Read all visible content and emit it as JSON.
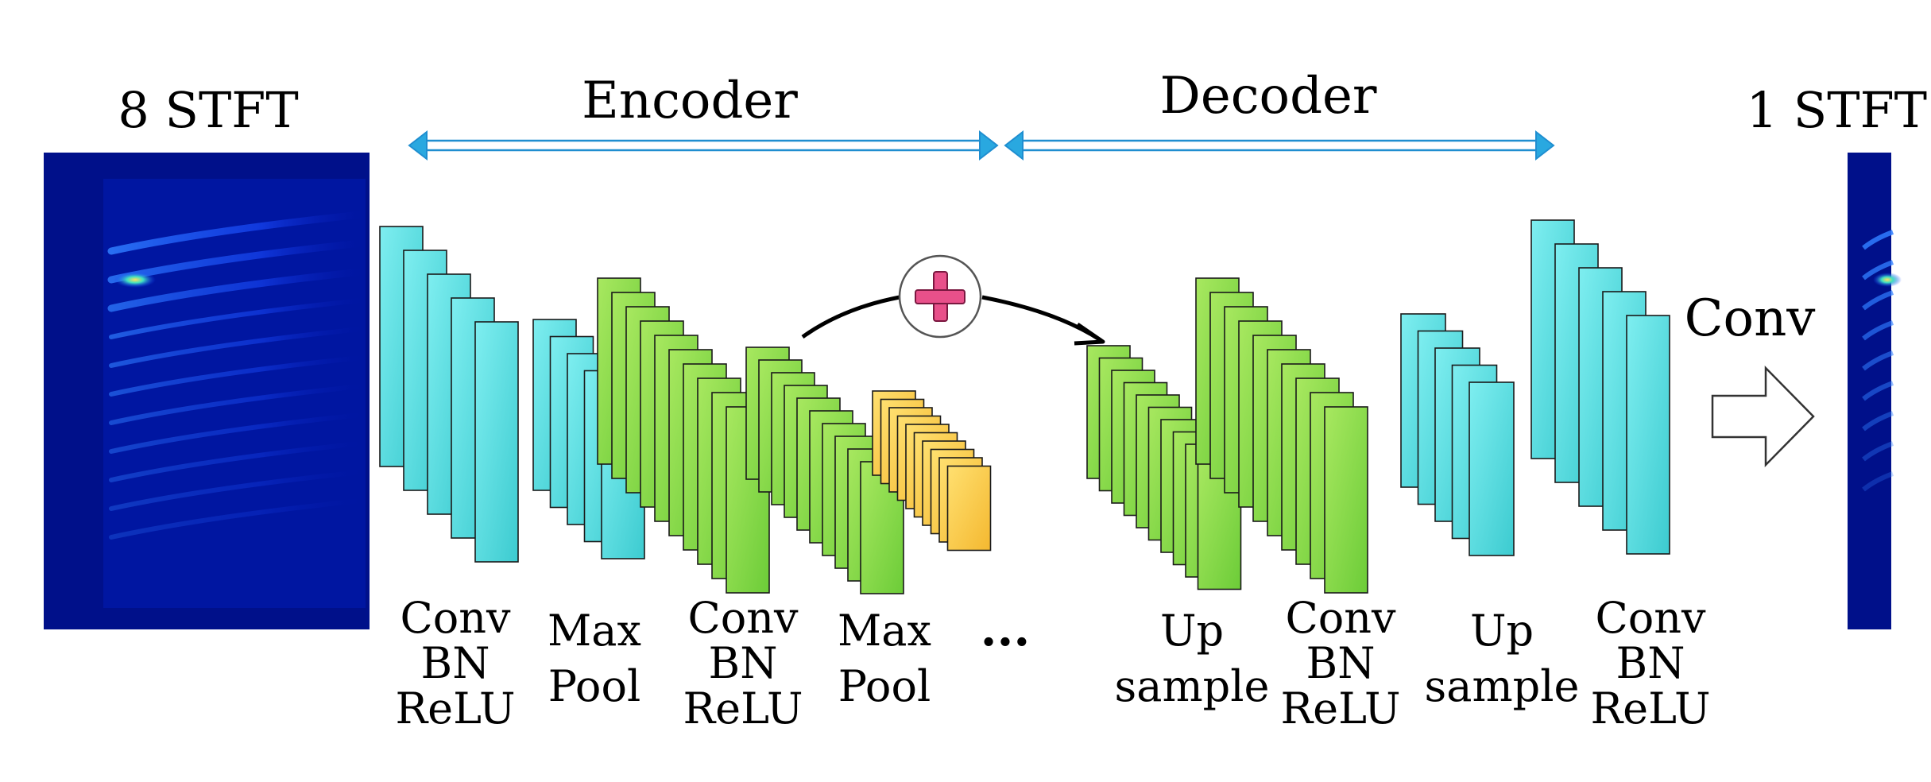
{
  "input_label": "8 STFT",
  "output_label": "1 STFT",
  "encoder_label": "Encoder",
  "decoder_label": "Decoder",
  "conv_label": "Conv",
  "skip_symbol": "+",
  "stages": [
    {
      "lines": [
        "Conv",
        "BN",
        "ReLU"
      ],
      "color": "#5ad8d8",
      "count": 5
    },
    {
      "lines": [
        "Max",
        "Pool"
      ],
      "color": "#5ad8d8",
      "count": 5
    },
    {
      "lines": [
        "Conv",
        "BN",
        "ReLU"
      ],
      "color": "#88d848",
      "count": 10
    },
    {
      "lines": [
        "Max",
        "Pool"
      ],
      "color": "#88d848",
      "count": 10
    },
    {
      "lines": [
        "..."
      ],
      "color": "#f8c840",
      "count": 10
    },
    {
      "lines": [
        "Up",
        "sample"
      ],
      "color": "#88d848",
      "count": 10
    },
    {
      "lines": [
        "Conv",
        "BN",
        "ReLU"
      ],
      "color": "#88d848",
      "count": 10
    },
    {
      "lines": [
        "Up",
        "sample"
      ],
      "color": "#5ad8d8",
      "count": 5
    },
    {
      "lines": [
        "Conv",
        "BN",
        "ReLU"
      ],
      "color": "#5ad8d8",
      "count": 5
    }
  ],
  "colors": {
    "cyan": "#5ad8d8",
    "green": "#88d848",
    "yellow": "#f8c840",
    "arrow_blue": "#29a8e0",
    "plus_pink": "#e8508a",
    "spectrogram_bg": "#00108a"
  }
}
